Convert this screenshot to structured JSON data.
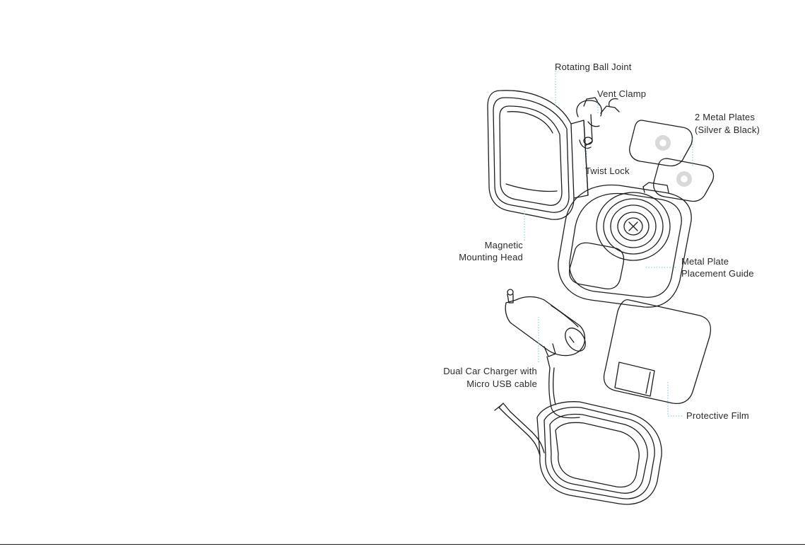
{
  "labels": {
    "rotating_ball_joint": "Rotating Ball Joint",
    "vent_clamp": "Vent Clamp",
    "metal_plates_line1": "2 Metal Plates",
    "metal_plates_line2": "(Silver & Black)",
    "twist_lock": "Twist Lock",
    "magnetic_head_line1": "Magnetic",
    "magnetic_head_line2": "Mounting Head",
    "placement_guide_line1": "Metal Plate",
    "placement_guide_line2": "Placement Guide",
    "car_charger_line1": "Dual Car Charger with",
    "car_charger_line2": "Micro USB cable",
    "protective_film": "Protective Film"
  },
  "colors": {
    "line_art": "#1d1d1d",
    "leader_lines": "#6dc3cf",
    "text": "#2a2a2a",
    "plate_center": "#d9d9d9"
  },
  "icons": [
    "magnetic-mounting-head-icon",
    "vent-clamp-icon",
    "metal-plate-icon",
    "placement-guide-icon",
    "car-charger-icon",
    "micro-usb-cable-icon",
    "protective-film-icon"
  ]
}
